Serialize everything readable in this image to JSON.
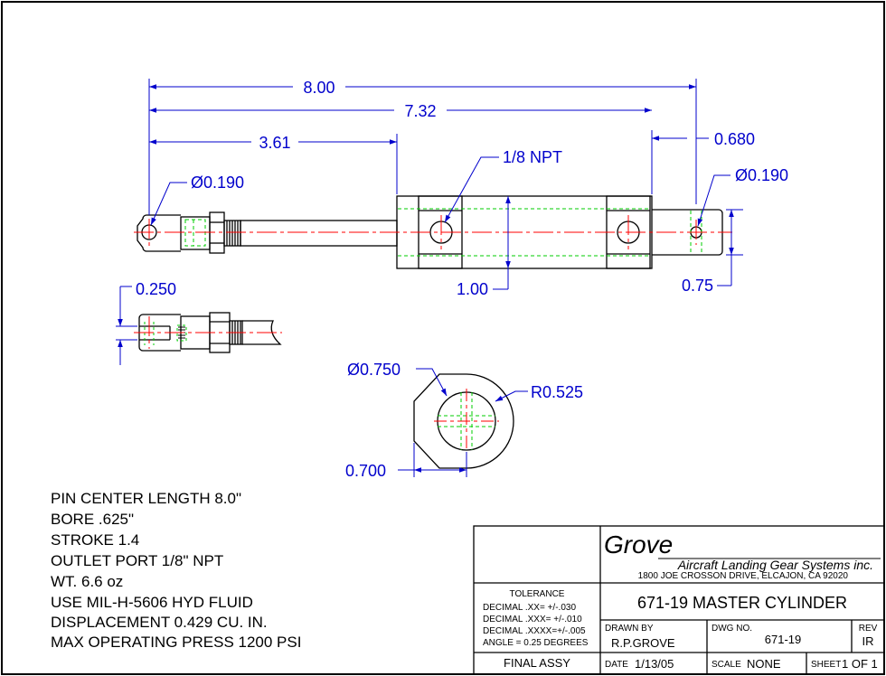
{
  "dimensions": {
    "overall_length": "8.00",
    "body_length": "7.32",
    "rod_length": "3.61",
    "end_offset": "0.680",
    "pin_dia_left": "Ø0.190",
    "pin_dia_right": "Ø0.190",
    "port": "1/8 NPT",
    "body_height": "1.00",
    "end_height": "0.75",
    "clevis_width": "0.250",
    "eye_dia": "Ø0.750",
    "eye_radius": "R0.525",
    "eye_offset": "0.700"
  },
  "notes": [
    "PIN CENTER LENGTH 8.0\"",
    "BORE .625\"",
    "STROKE 1.4",
    "OUTLET PORT 1/8\" NPT",
    "WT. 6.6 oz",
    "USE MIL-H-5606 HYD FLUID",
    "DISPLACEMENT 0.429 CU. IN.",
    "MAX OPERATING PRESS 1200 PSI"
  ],
  "title_block": {
    "company_logo": "Grove",
    "company_name": "Aircraft Landing Gear Systems inc.",
    "company_address": "1800 JOE CROSSON DRIVE, ELCAJON, CA 92020",
    "tolerance_header": "TOLERANCE",
    "tolerance_lines": [
      "DECIMAL  .XX=  +/-.030",
      "DECIMAL  .XXX= +/-.010",
      "DECIMAL  .XXXX=+/-.005",
      "ANGLE = 0.25 DEGREES"
    ],
    "drawing_title": "671-19 MASTER CYLINDER",
    "drawn_by_label": "DRAWN  BY",
    "drawn_by": "R.P.GROVE",
    "dwg_no_label": "DWG  NO.",
    "dwg_no": "671-19",
    "rev_label": "REV",
    "rev": "IR",
    "assy": "FINAL ASSY",
    "date_label": "DATE",
    "date": "1/13/05",
    "scale_label": "SCALE",
    "scale": "NONE",
    "sheet_label": "SHEET",
    "sheet": "1 OF 1"
  },
  "colors": {
    "dimension": "#0000cc",
    "centerline": "#ff0000",
    "hidden": "#00cc00",
    "outline": "#000000"
  }
}
